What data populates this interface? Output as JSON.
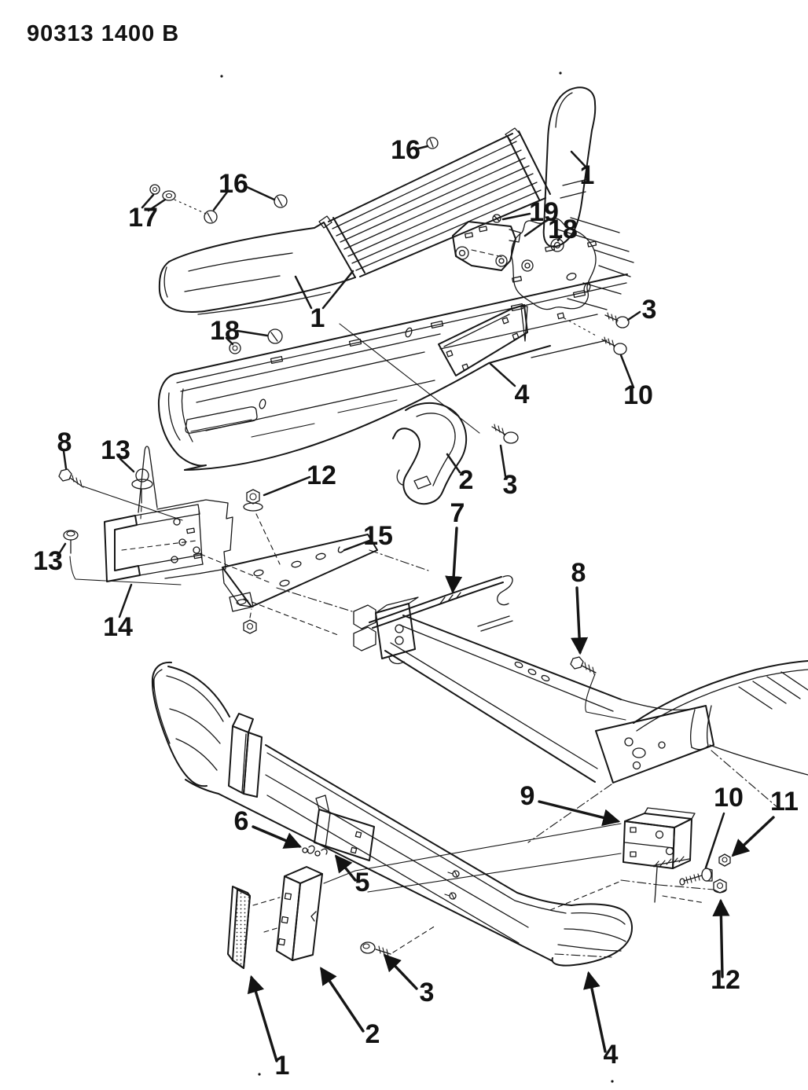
{
  "title": "90313 1400 B",
  "figure": {
    "type": "exploded-parts-diagram"
  },
  "colors": {
    "ink": "#161616",
    "paper": "#ffffff"
  },
  "callouts": [
    {
      "label": "16"
    },
    {
      "label": "1"
    },
    {
      "label": "16"
    },
    {
      "label": "17"
    },
    {
      "label": "19"
    },
    {
      "label": "18"
    },
    {
      "label": "1"
    },
    {
      "label": "18"
    },
    {
      "label": "3"
    },
    {
      "label": "10"
    },
    {
      "label": "4"
    },
    {
      "label": "2"
    },
    {
      "label": "3"
    },
    {
      "label": "8"
    },
    {
      "label": "13"
    },
    {
      "label": "12"
    },
    {
      "label": "13"
    },
    {
      "label": "14"
    },
    {
      "label": "15"
    },
    {
      "label": "7"
    },
    {
      "label": "8"
    },
    {
      "label": "9"
    },
    {
      "label": "10"
    },
    {
      "label": "11"
    },
    {
      "label": "6"
    },
    {
      "label": "5"
    },
    {
      "label": "3"
    },
    {
      "label": "2"
    },
    {
      "label": "1"
    },
    {
      "label": "4"
    },
    {
      "label": "12"
    }
  ]
}
